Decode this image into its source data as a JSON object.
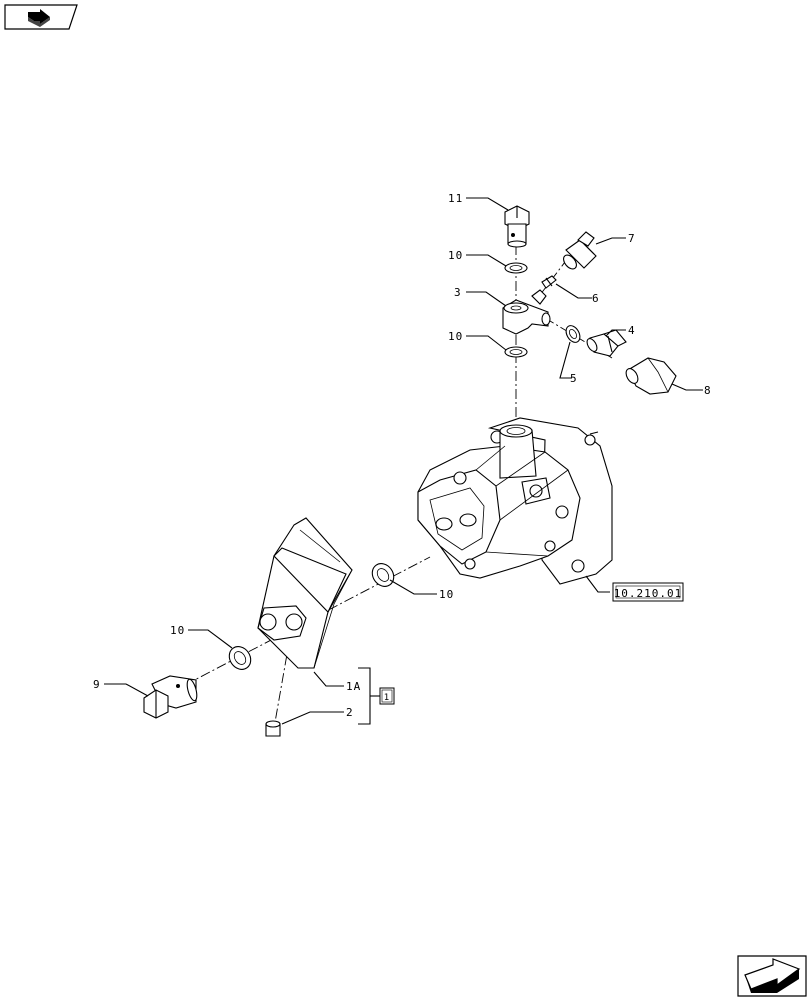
{
  "nav": {
    "prev_icon": "folder-arrow-icon",
    "next_icon": "next-page-arrow-icon"
  },
  "callouts": {
    "p11": "11",
    "p10a": "10",
    "p7": "7",
    "p6": "6",
    "p3": "3",
    "p10b": "10",
    "p4": "4",
    "p5": "5",
    "p8": "8",
    "p10c": "10",
    "p10d": "10",
    "p9": "9",
    "p1a": "1A",
    "p2": "2",
    "kit": "1"
  },
  "reference": {
    "ref_label": "10.210.01"
  }
}
